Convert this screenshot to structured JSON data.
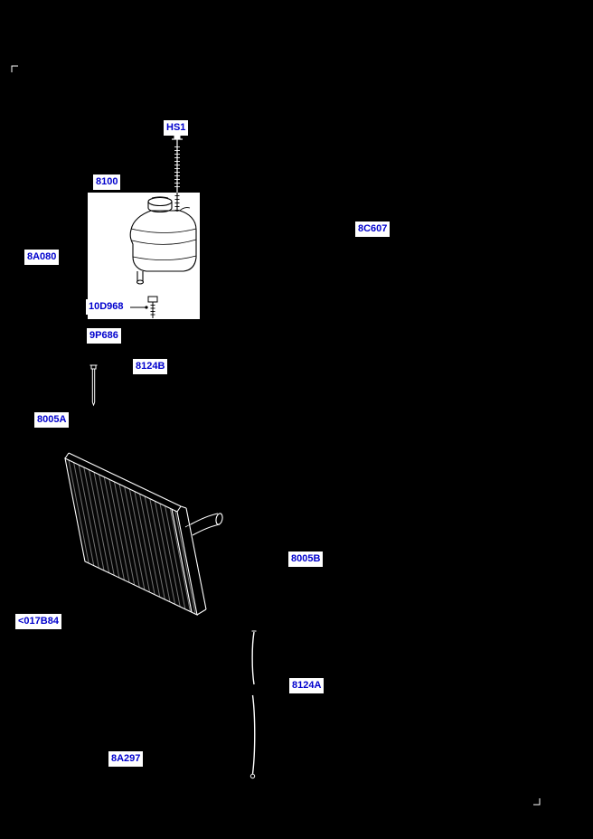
{
  "colors": {
    "background": "#000000",
    "label_background": "#ffffff",
    "label_text": "#0000cd",
    "line_art": "#ffffff",
    "inset_art": "#000000"
  },
  "labels": {
    "hs1": "HS1",
    "p8100": "8100",
    "p8C607": "8C607",
    "p8A080": "8A080",
    "p10D968": "10D968",
    "p9P686": "9P686",
    "p8124B": "8124B",
    "p8005A": "8005A",
    "p8005B": "8005B",
    "p017B84": "<017B84",
    "p8124A": "8124A",
    "p8A297": "8A297"
  },
  "drawings": {
    "stud": "stud-bolt",
    "reservoir": "coolant-expansion-tank",
    "bolt": "small-bolt",
    "pin": "mounting-pin",
    "radiator": "radiator",
    "hose_upper": "overflow-hose-upper",
    "hose_lower": "overflow-hose-lower"
  }
}
